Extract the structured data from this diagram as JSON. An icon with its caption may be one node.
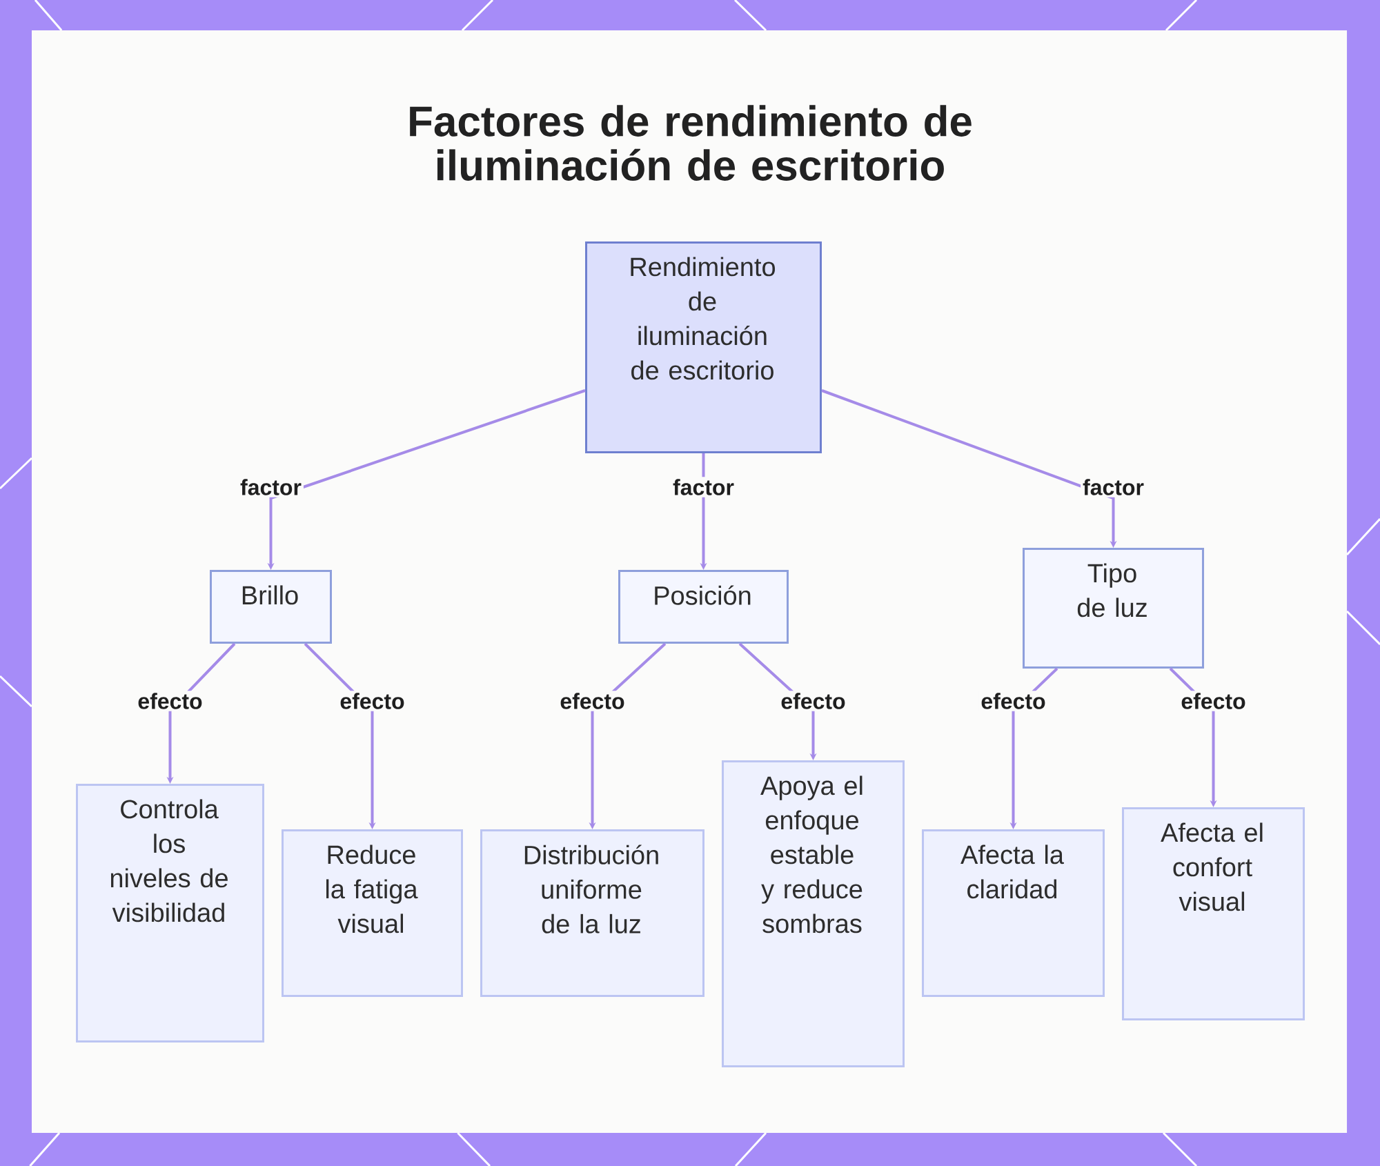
{
  "diagram": {
    "title": "Factores de rendimiento de iluminación de escritorio",
    "nodes": [
      {
        "text": [
          "Rendimiento de iluminación de escritorio"
        ]
      },
      {
        "text": [
          "Brillo"
        ]
      },
      {
        "text": [
          "Posición"
        ]
      },
      {
        "text": [
          "Tipo de luz"
        ]
      },
      {
        "text": [
          "Controla los niveles de visibilidad"
        ]
      },
      {
        "text": [
          "Reduce la fatiga visual"
        ]
      },
      {
        "text": [
          "Distribución uniforme de la luz"
        ]
      },
      {
        "text": [
          "Apoya el enfoque estable y reduce sombras"
        ]
      },
      {
        "text": [
          "Afecta la claridad"
        ]
      },
      {
        "text": [
          "Afecta el confort visual"
        ]
      }
    ],
    "edges": [
      {
        "from": 0,
        "to": 1,
        "arrow": "to",
        "label": "factor"
      },
      {
        "from": 0,
        "to": 2,
        "arrow": "to",
        "label": "factor"
      },
      {
        "from": 0,
        "to": 3,
        "arrow": "to",
        "label": "factor"
      },
      {
        "from": 1,
        "to": 4,
        "arrow": "to",
        "label": "efecto"
      },
      {
        "from": 1,
        "to": 5,
        "arrow": "to",
        "label": "efecto"
      },
      {
        "from": 2,
        "to": 6,
        "arrow": "to",
        "label": "efecto"
      },
      {
        "from": 2,
        "to": 7,
        "arrow": "to",
        "label": "efecto"
      },
      {
        "from": 3,
        "to": 8,
        "arrow": "to",
        "label": "efecto"
      },
      {
        "from": 3,
        "to": 9,
        "arrow": "to",
        "label": "efecto"
      }
    ]
  }
}
